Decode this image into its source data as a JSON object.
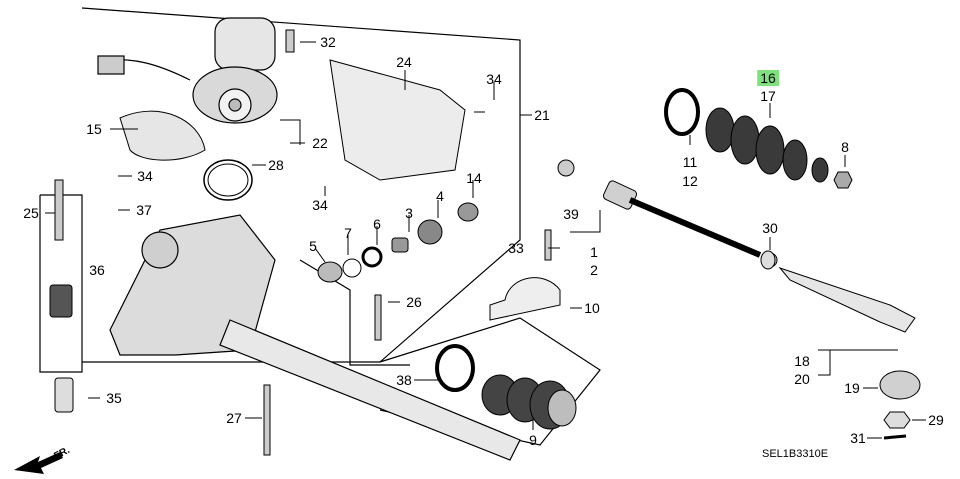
{
  "diagram": {
    "code": "SEL1B3310E",
    "direction_label": "FR.",
    "highlight_color": "#7ee17e",
    "line_color": "#000000",
    "part_fill": "#d9d9d9",
    "callouts": [
      {
        "id": "c1",
        "label": "1"
      },
      {
        "id": "c2",
        "label": "2"
      },
      {
        "id": "c3",
        "label": "3"
      },
      {
        "id": "c4",
        "label": "4"
      },
      {
        "id": "c5",
        "label": "5"
      },
      {
        "id": "c6",
        "label": "6"
      },
      {
        "id": "c7",
        "label": "7"
      },
      {
        "id": "c8",
        "label": "8"
      },
      {
        "id": "c9",
        "label": "9"
      },
      {
        "id": "c10",
        "label": "10"
      },
      {
        "id": "c11",
        "label": "11"
      },
      {
        "id": "c12",
        "label": "12"
      },
      {
        "id": "c14",
        "label": "14"
      },
      {
        "id": "c15",
        "label": "15"
      },
      {
        "id": "c16",
        "label": "16",
        "highlighted": true
      },
      {
        "id": "c17",
        "label": "17"
      },
      {
        "id": "c18",
        "label": "18"
      },
      {
        "id": "c19",
        "label": "19"
      },
      {
        "id": "c20",
        "label": "20"
      },
      {
        "id": "c21",
        "label": "21"
      },
      {
        "id": "c22",
        "label": "22"
      },
      {
        "id": "c24",
        "label": "24"
      },
      {
        "id": "c25",
        "label": "25"
      },
      {
        "id": "c26",
        "label": "26"
      },
      {
        "id": "c27",
        "label": "27"
      },
      {
        "id": "c28",
        "label": "28"
      },
      {
        "id": "c29",
        "label": "29"
      },
      {
        "id": "c30",
        "label": "30"
      },
      {
        "id": "c31",
        "label": "31"
      },
      {
        "id": "c32",
        "label": "32"
      },
      {
        "id": "c33",
        "label": "33"
      },
      {
        "id": "c34a",
        "label": "34"
      },
      {
        "id": "c34b",
        "label": "34"
      },
      {
        "id": "c34c",
        "label": "34"
      },
      {
        "id": "c35",
        "label": "35"
      },
      {
        "id": "c36",
        "label": "36"
      },
      {
        "id": "c37",
        "label": "37"
      },
      {
        "id": "c38",
        "label": "38"
      },
      {
        "id": "c39",
        "label": "39"
      }
    ]
  }
}
